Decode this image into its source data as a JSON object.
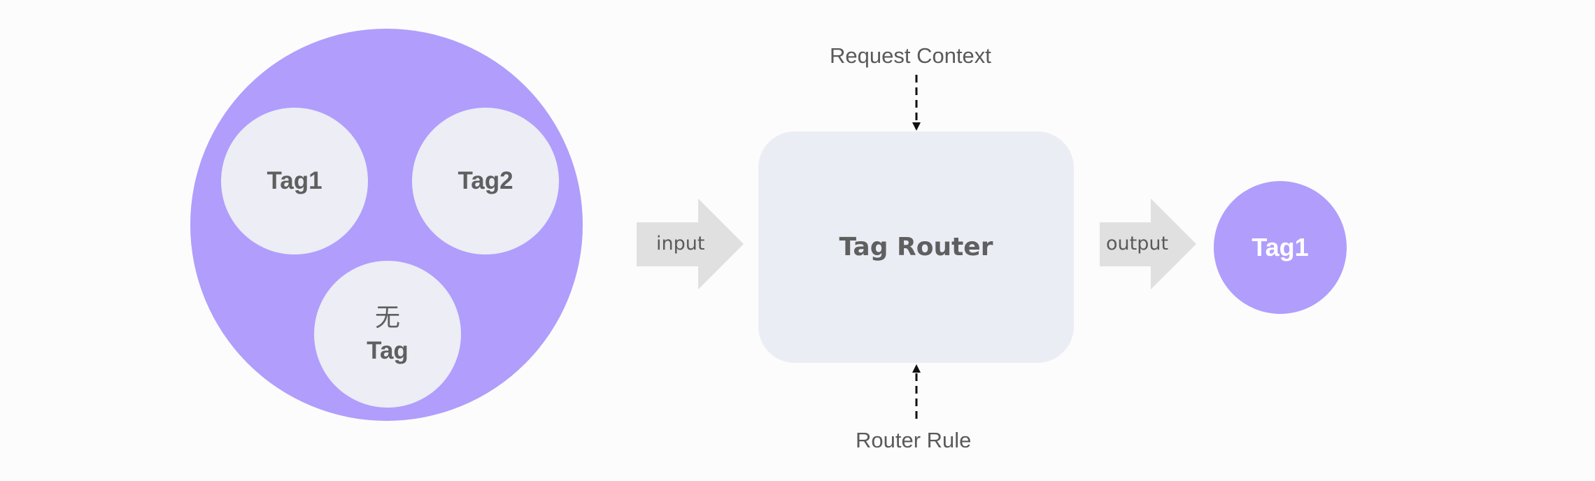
{
  "source_group": {
    "tags": [
      {
        "label": "Tag1"
      },
      {
        "label": "Tag2"
      },
      {
        "label_line1": "无",
        "label_line2": "Tag"
      }
    ],
    "fill_color": "#b19dfc",
    "tag_fill_color": "#ecedf5"
  },
  "input_arrow": {
    "label": "input"
  },
  "router": {
    "title": "Tag Router",
    "top_input": "Request Context",
    "bottom_input": "Router Rule"
  },
  "output_arrow": {
    "label": "output"
  },
  "result": {
    "label": "Tag1"
  },
  "colors": {
    "purple": "#b19dfc",
    "box": "#ebedf5",
    "arrow": "#e0e0e0",
    "text": "#5f5f5f"
  }
}
